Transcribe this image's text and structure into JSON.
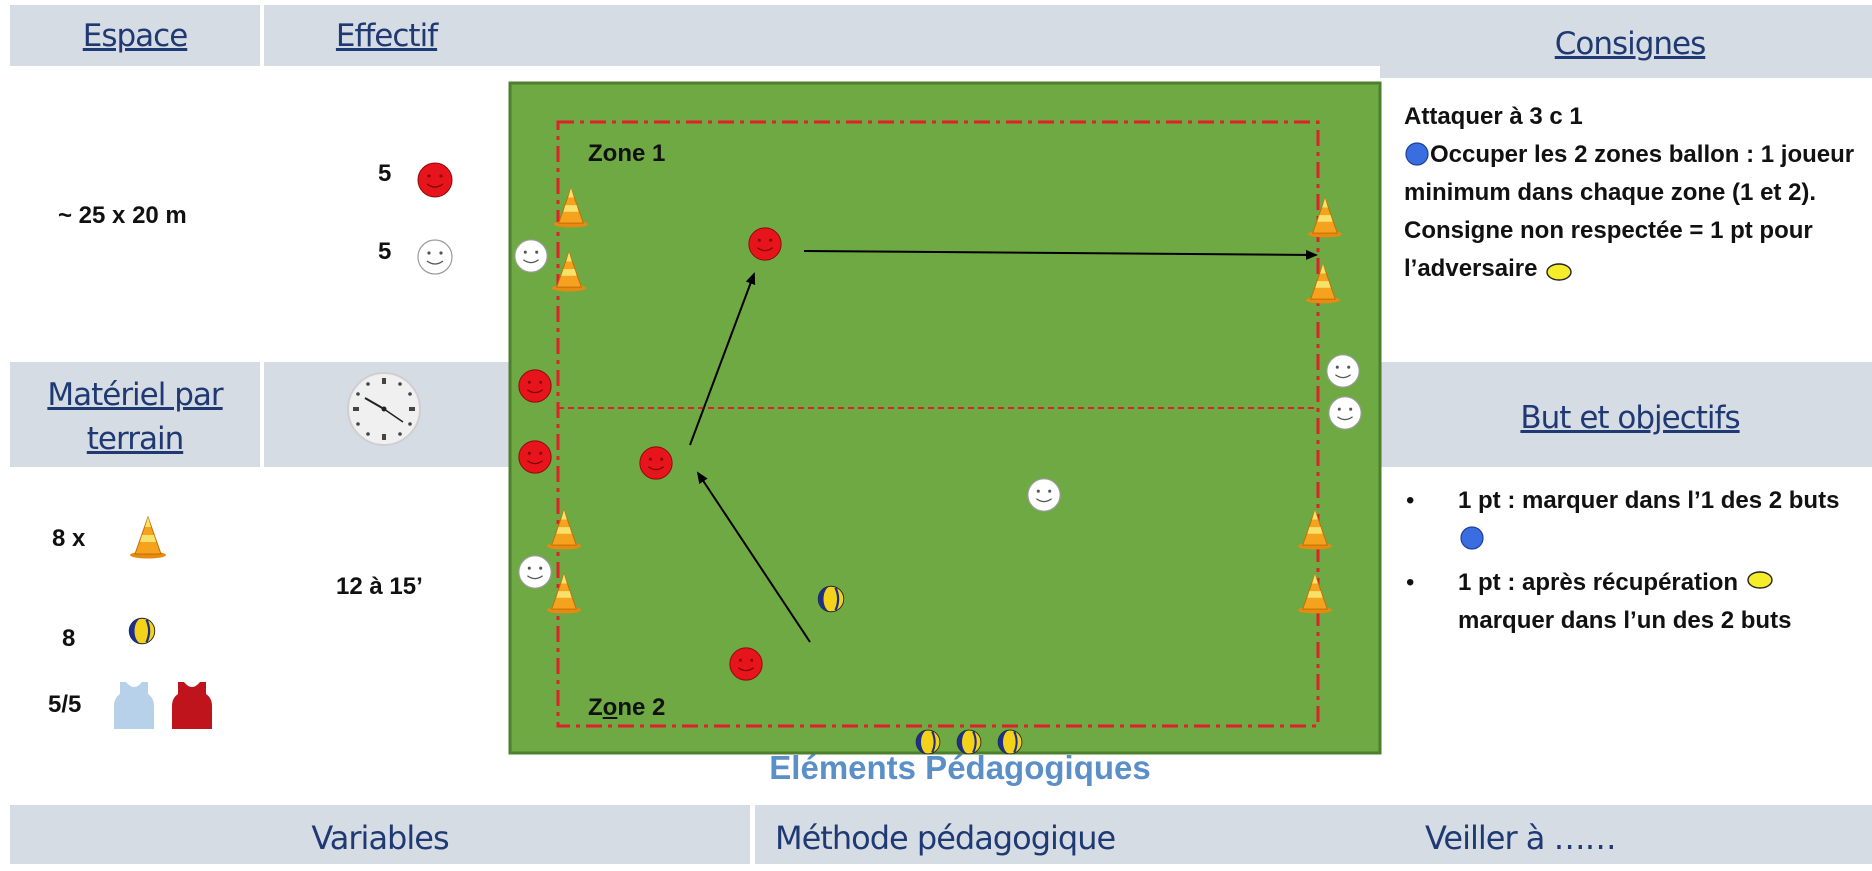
{
  "headers": {
    "espace": "Espace",
    "effectif": "Effectif",
    "consignes": "Consignes",
    "materiel": "Matériel par terrain",
    "but": "But et objectifs"
  },
  "espace_value": "~ 25 x 20 m",
  "effectif": {
    "red_count": "5",
    "white_count": "5"
  },
  "duration": "12 à 15’",
  "materiel": {
    "cones": "8 x",
    "balls": "8",
    "bibs": "5/5"
  },
  "consignes": {
    "line1": "Attaquer à 3 c 1",
    "line2": "Occuper les 2 zones ballon : 1 joueur minimum dans chaque zone (1 et 2).",
    "line3": "Consigne non respectée = 1 pt pour l’adversaire"
  },
  "objectifs": [
    "1 pt : marquer dans l’1 des 2 buts",
    "1 pt : après récupération",
    "marquer dans l’un des 2 buts"
  ],
  "field": {
    "zone1": "Zone 1",
    "zone2_a": "Z",
    "zone2_b": "o",
    "zone2_c": "ne 2"
  },
  "elements_title": "Eléments Pédagogiques",
  "bottom": {
    "variables": "Variables",
    "methode": "Méthode pédagogique",
    "veiller": "Veiller à ……"
  },
  "colors": {
    "field": "#6fa943",
    "band": "#d6dce4",
    "header_text": "#1f3a73",
    "red_player": "#e8141b",
    "boundary": "#e0202a",
    "title_blue": "#5b8fc7"
  },
  "icons": [
    "red-player-icon",
    "white-player-icon",
    "cone-icon",
    "ball-icon",
    "clock-icon",
    "blue-bib-icon",
    "red-bib-icon",
    "blue-circle-icon",
    "yellow-circle-icon"
  ]
}
